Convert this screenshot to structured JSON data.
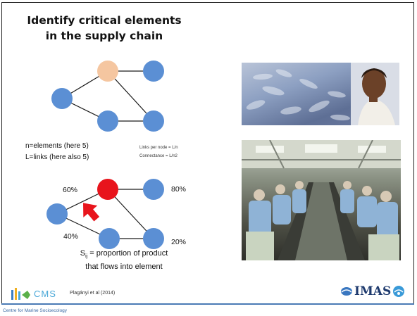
{
  "title": {
    "line1": "Identify critical elements",
    "line2": "in the supply chain"
  },
  "definitions": {
    "n": "n=elements (here 5)",
    "L": "L=links (here also 5)"
  },
  "formulas": {
    "links_per_node": "Links per node = L/n",
    "connectance": "Connectance = L/n2"
  },
  "percentages": {
    "top_left": "60%",
    "top_right": "80%",
    "bottom_left": "40%",
    "bottom_right": "20%"
  },
  "flow_note": {
    "line1_main": "S",
    "line1_sub": "ij",
    "line1_rest": " = proportion of product",
    "line2": "that flows into element"
  },
  "footer": {
    "logo_text": "CMS",
    "citation": "Plagányi et al (2014)",
    "imas_text": "IMAS",
    "institution": "Centre for Marine Socioecology"
  },
  "colors": {
    "node": "#5b8fd4",
    "highlight_node": "#f5c6a0",
    "critical_node": "#e8141c",
    "arrow": "#e8141c",
    "edge": "#1a1a1a",
    "footer_rule": "#4a7ab5"
  },
  "icons": {
    "arrow": "red-arrow-icon",
    "cms": "cms-logo-icon",
    "imas": "imas-logo-icon"
  }
}
